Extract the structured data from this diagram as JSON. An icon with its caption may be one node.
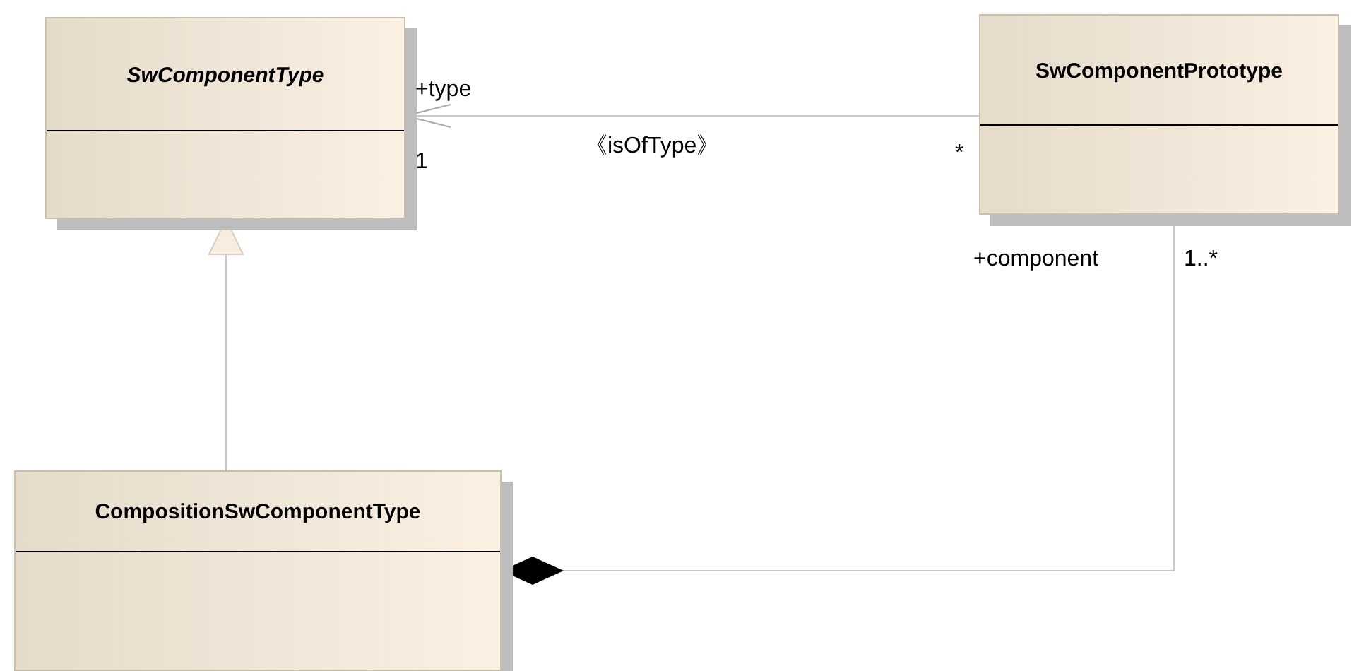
{
  "diagram": {
    "nodes": [
      {
        "text": [
          "SwComponentType"
        ]
      },
      {
        "text": [
          "SwComponentPrototype"
        ]
      },
      {
        "text": [
          "CompositionSwComponentType"
        ]
      }
    ],
    "edges": [
      {
        "from": 1,
        "to": 0,
        "arrow": "to",
        "label": "《isOfType》"
      },
      {
        "from": 2,
        "to": 0,
        "arrow": "to"
      },
      {
        "from": 1,
        "to": 2,
        "arrow": "other"
      }
    ],
    "labels": [
      "+type",
      "1",
      "*",
      "+component",
      "1..*"
    ]
  }
}
